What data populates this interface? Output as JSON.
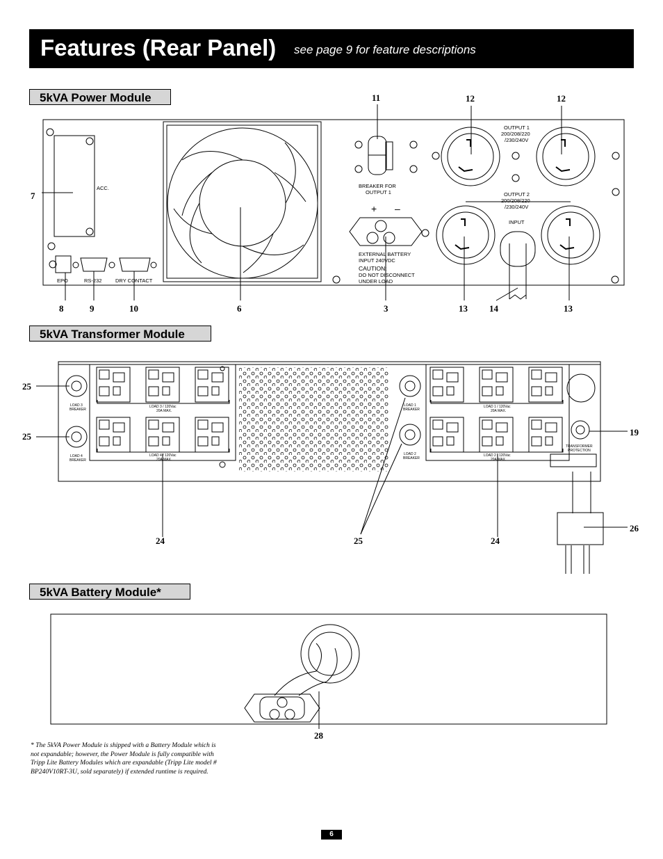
{
  "header": {
    "title": "Features (Rear Panel)",
    "subtitle": "see page 9 for feature descriptions"
  },
  "sections": {
    "power": "5kVA Power Module",
    "transformer": "5kVA Transformer Module",
    "battery": "5kVA Battery Module*"
  },
  "power_panel": {
    "labels": {
      "acc": "ACC.",
      "epo": "EPO",
      "rs232": "RS-232",
      "dry_contact": "DRY CONTACT",
      "breaker_line1": "BREAKER FOR",
      "breaker_line2": "OUTPUT 1",
      "output1_line1": "OUTPUT 1",
      "output1_line2": "200/208/220",
      "output1_line3": "/230/240V",
      "output2_line1": "OUTPUT 2",
      "output2_line2": "200/208/220",
      "output2_line3": "/230/240V",
      "input": "INPUT",
      "plus": "+",
      "minus": "–",
      "ext_batt_line1": "EXTERNAL BATTERY",
      "ext_batt_line2": "INPUT 240VDC",
      "caution": "CAUTION:",
      "caution_line1": "DO NOT DISCONNECT",
      "caution_line2": "UNDER LOAD"
    },
    "callouts": {
      "c7": "7",
      "c8": "8",
      "c9": "9",
      "c10": "10",
      "c6": "6",
      "c11": "11",
      "c12a": "12",
      "c12b": "12",
      "c3": "3",
      "c13a": "13",
      "c14": "14",
      "c13b": "13"
    }
  },
  "transformer_panel": {
    "labels": {
      "load3_breaker_1": "LOAD 3",
      "load3_breaker_2": "BREAKER",
      "load4_breaker_1": "LOAD 4",
      "load4_breaker_2": "BREAKER",
      "load1_breaker_1": "LOAD 1",
      "load1_breaker_2": "BREAKER",
      "load2_breaker_1": "LOAD 2",
      "load2_breaker_2": "BREAKER",
      "load3_rating_1": "LOAD 3 / 120Vac",
      "load3_rating_2": "20A MAX.",
      "load4_rating_1": "LOAD 4 / 120Vac",
      "load4_rating_2": "20A MAX.",
      "load1_rating_1": "LOAD 1 / 120Vac",
      "load1_rating_2": "20A MAX.",
      "load2_rating_1": "LOAD 2 / 120Vac",
      "load2_rating_2": "20A MAX.",
      "xfmr_1": "TRANSFORMER",
      "xfmr_2": "PROTECTION"
    },
    "callouts": {
      "c25a": "25",
      "c25b": "25",
      "c19": "19",
      "c24a": "24",
      "c25c": "25",
      "c24b": "24",
      "c26": "26"
    }
  },
  "battery_panel": {
    "callouts": {
      "c28": "28"
    }
  },
  "footnote": "* The 5kVA Power Module is shipped with a Battery Module which is not expandable; however, the Power Module is fully compatible with Tripp Lite Battery Modules which are expandable (Tripp Lite model # BP240V10RT-3U, sold separately) if extended runtime is required.",
  "page_number": "6"
}
